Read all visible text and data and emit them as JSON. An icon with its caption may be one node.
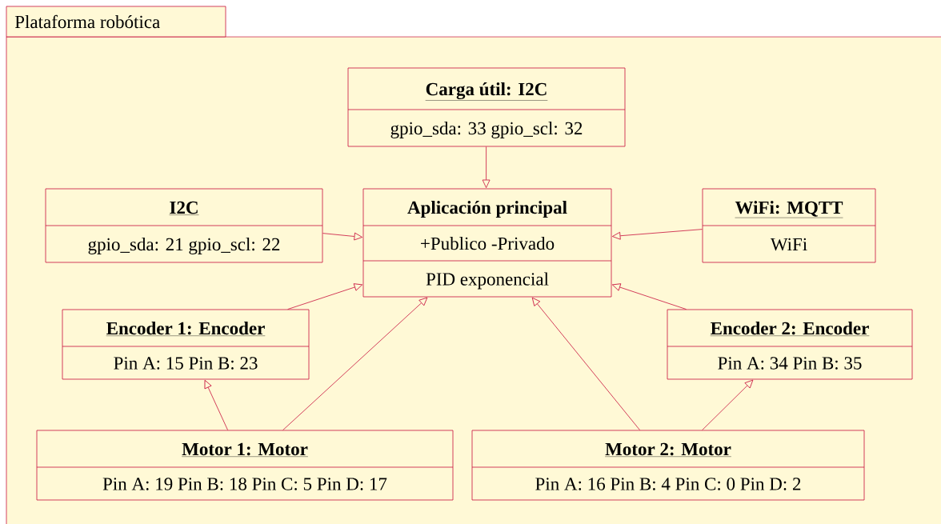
{
  "diagram": {
    "nodes": [
      {
        "text": [
          "Plataforma robótica"
        ]
      },
      {
        "text": [
          "Carga útil: I2C",
          "gpio_sda: 33 gpio_scl: 32"
        ],
        "in": 0
      },
      {
        "text": [
          "I2C",
          "gpio_sda: 21 gpio_scl: 22"
        ],
        "in": 0
      },
      {
        "text": [
          "Aplicación principal",
          "+Publico -Privado",
          "PID exponencial"
        ],
        "in": 0
      },
      {
        "text": [
          "WiFi: MQTT",
          "WiFi"
        ],
        "in": 0
      },
      {
        "text": [
          "Encoder 1: Encoder",
          "Pin A: 15 Pin B: 23"
        ],
        "in": 0
      },
      {
        "text": [
          "Encoder 2: Encoder",
          "Pin A: 34 Pin B: 35"
        ],
        "in": 0
      },
      {
        "text": [
          "Motor 1: Motor",
          "Pin A: 19 Pin B: 18 Pin C: 5 Pin D: 17"
        ],
        "in": 0
      },
      {
        "text": [
          "Motor 2: Motor",
          "Pin A: 16 Pin B: 4 Pin C: 0 Pin D: 2"
        ],
        "in": 0
      }
    ],
    "edges": [
      {
        "from": 1,
        "to": 3,
        "arrow": "to"
      },
      {
        "from": 2,
        "to": 3,
        "arrow": "to"
      },
      {
        "from": 4,
        "to": 3,
        "arrow": "to"
      },
      {
        "from": 5,
        "to": 3,
        "arrow": "to"
      },
      {
        "from": 7,
        "to": 5,
        "arrow": "to"
      },
      {
        "from": 7,
        "to": 3,
        "arrow": "to"
      },
      {
        "from": 8,
        "to": 3,
        "arrow": "to"
      },
      {
        "from": 8,
        "to": 6,
        "arrow": "to"
      },
      {
        "from": 6,
        "to": 3,
        "arrow": "to"
      }
    ]
  }
}
